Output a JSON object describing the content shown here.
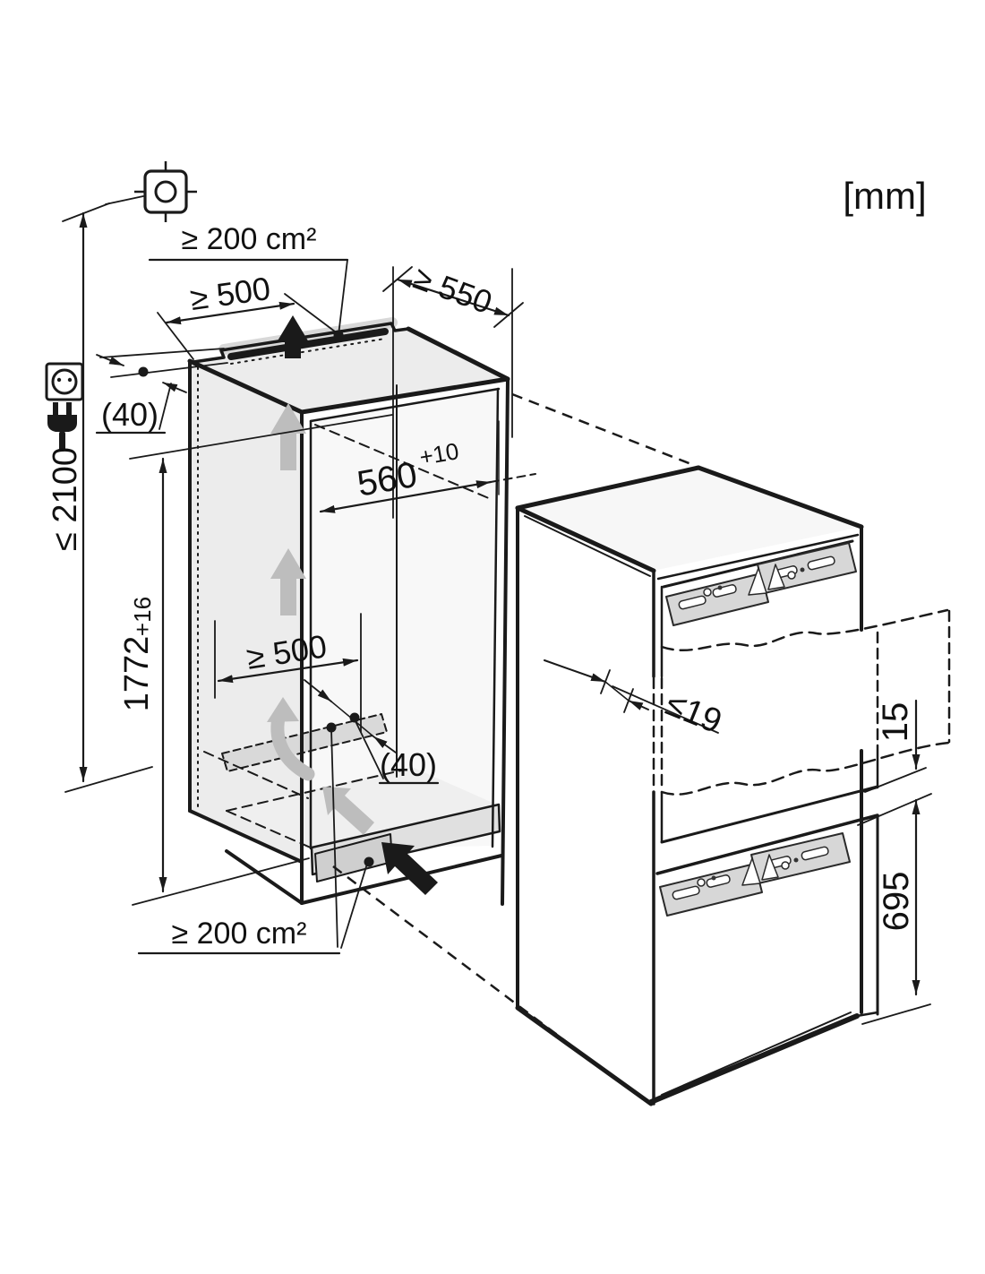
{
  "diagram": {
    "title": "built-in-appliance-niche-installation-drawing",
    "unit": "[mm]",
    "labels": {
      "vent_area_top": "≥ 200 cm²",
      "vent_area_bottom": "≥ 200 cm²",
      "clearance_width_top": "≥ 500",
      "clearance_width_bottom": "≥ 500",
      "niche_depth": "≥ 550",
      "wall_gap_top": "(40)",
      "wall_gap_bottom": "(40)",
      "socket_height_max": "≤ 2100",
      "niche_height": "1772",
      "niche_height_tol": "+16",
      "niche_width": "560",
      "niche_width_tol": "+10",
      "furniture_door_thickness_max": "≤19",
      "door_gap": "15",
      "lower_door_height": "695"
    },
    "icons": [
      "ceiling-outlet-icon",
      "power-socket-icon",
      "power-plug-icon",
      "airflow-arrow-top",
      "airflow-arrow-inner-1",
      "airflow-arrow-inner-2",
      "airflow-arrow-curved",
      "airflow-arrow-floor",
      "airflow-arrow-plinth"
    ],
    "colors": {
      "line": "#1a1a1a",
      "panel_fill": "#ececec",
      "vent_fill": "#d7d7d7",
      "airflow_gray": "#bdbdbd"
    }
  }
}
